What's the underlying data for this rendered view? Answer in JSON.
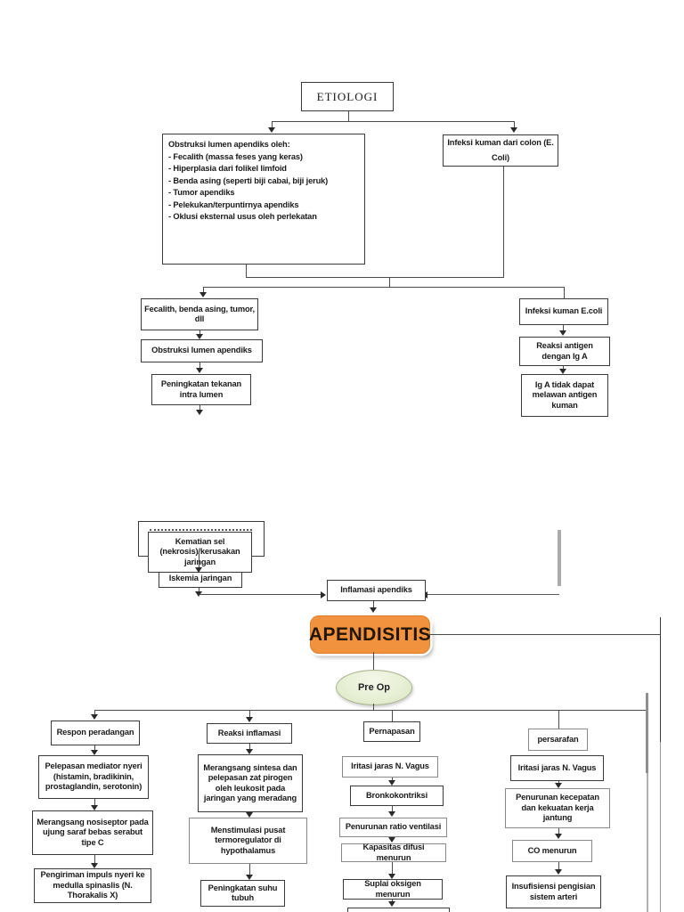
{
  "page_title": "ETIOLOGI",
  "top": {
    "obstruction_box": {
      "title": "Obstruksi lumen apendiks oleh:",
      "items": [
        "- Fecalith (massa feses yang keras)",
        "- Hiperplasia dari folikel limfoid",
        "- Benda asing (seperti biji cabai, biji jeruk)",
        "- Tumor apendiks",
        "- Pelekukan/terpuntirnya apendiks",
        "- Oklusi eksternal usus oleh perlekatan"
      ]
    },
    "infection_box_line1": "Infeksi kuman dari colon (E.",
    "infection_box_line2": "Coli)"
  },
  "left_chain": {
    "box1": "Fecalith, benda asing, tumor, dll",
    "box2": "Obstruksi lumen apendiks",
    "box3": "Peningkatan tekanan intra lumen"
  },
  "right_chain": {
    "box1": "Infeksi kuman E.coli",
    "box2": "Reaksi antigen dengan Ig A",
    "box3": "Ig A tidak dapat melawan antigen kuman"
  },
  "middle": {
    "cell_death": "Kematian sel (nekrosis)/kerusakan jaringan",
    "ischemia": "Iskemia jaringan",
    "inflammation": "Inflamasi apendiks",
    "diagnosis": "APENDISITIS",
    "phase": "Pre Op"
  },
  "columns": [
    {
      "header": "Respon peradangan",
      "boxes": [
        "Pelepasan mediator nyeri (histamin, bradikinin, prostaglandin, serotonin)",
        "Merangsang nosiseptor pada ujung saraf bebas serabut tipe C",
        "Pengiriman impuls nyeri ke medulla spinaslis (N. Thorakalis X)"
      ]
    },
    {
      "header": "Reaksi inflamasi",
      "boxes": [
        "Merangsang sintesa dan pelepasan zat pirogen oleh leukosit pada jaringan yang meradang",
        "Menstimulasi pusat termoregulator di hypothalamus",
        "Peningkatan suhu tubuh"
      ]
    },
    {
      "header": "Pernapasan",
      "boxes": [
        "Iritasi jaras N. Vagus",
        "Bronkokontriksi",
        "Penurunan ratio ventilasi",
        "Kapasitas difusi menurun",
        "Suplai oksigen menurun"
      ]
    },
    {
      "header": "persarafan",
      "boxes": [
        "Iritasi jaras N. Vagus",
        "Penurunan kecepatan dan kekuatan kerja jantung",
        "CO menurun",
        "Insufisiensi pengisian sistem arteri"
      ]
    }
  ],
  "colors": {
    "highlight_orange": "#F0923E",
    "phase_green": "#EAF1DC"
  }
}
